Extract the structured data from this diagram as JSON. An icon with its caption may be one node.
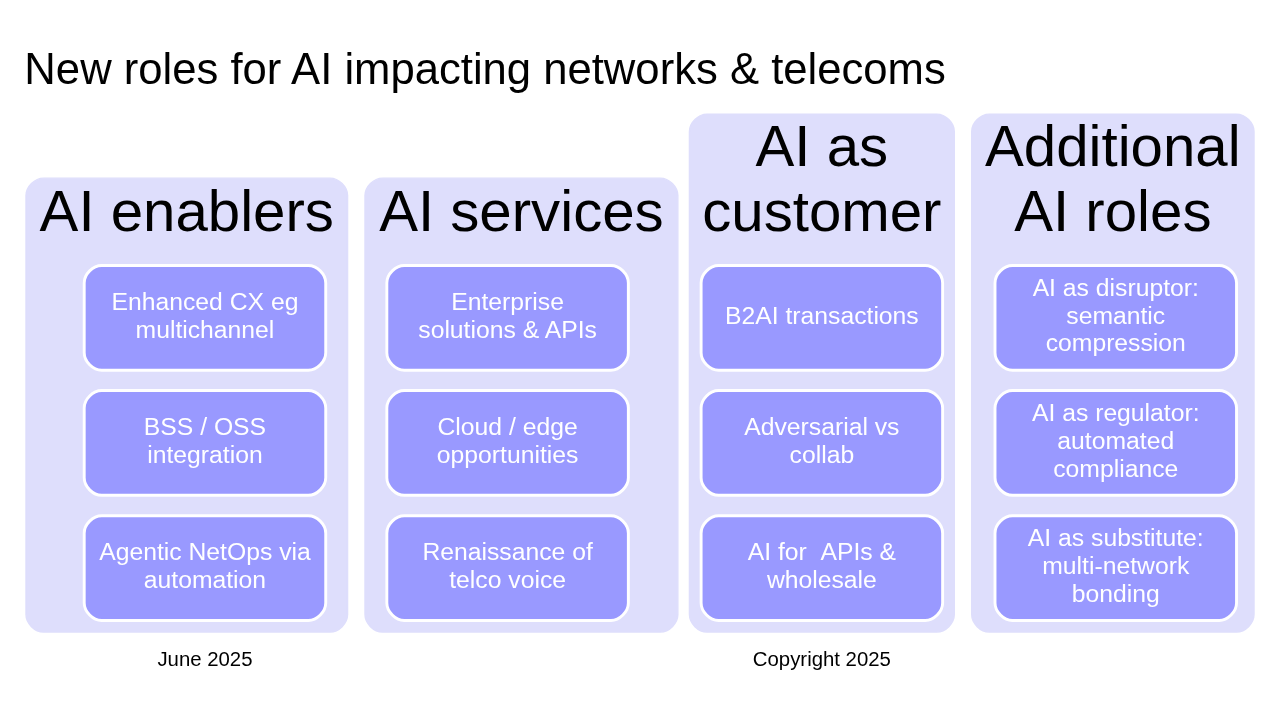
{
  "diagram": {
    "title": "New roles for AI impacting networks & telecoms",
    "nodes": [
      {
        "text": [
          "AI enablers"
        ]
      },
      {
        "text": [
          "Enhanced CX eg multichannel"
        ],
        "in": 0
      },
      {
        "text": [
          "BSS / OSS integration"
        ],
        "in": 0
      },
      {
        "text": [
          "Agentic NetOps via automation"
        ],
        "in": 0
      },
      {
        "text": [
          "AI services"
        ]
      },
      {
        "text": [
          "Enterprise solutions & APIs"
        ],
        "in": 4
      },
      {
        "text": [
          "Cloud / edge opportunities"
        ],
        "in": 4
      },
      {
        "text": [
          "Renaissance of telco voice"
        ],
        "in": 4
      },
      {
        "text": [
          "AI as customer"
        ]
      },
      {
        "text": [
          "B2AI transactions"
        ],
        "in": 8
      },
      {
        "text": [
          "Adversarial vs collab"
        ],
        "in": 8
      },
      {
        "text": [
          "AI for  APIs & wholesale"
        ],
        "in": 8
      },
      {
        "text": [
          "Additional AI roles"
        ]
      },
      {
        "text": [
          "AI as disruptor: semantic compression"
        ],
        "in": 12
      },
      {
        "text": [
          "AI as regulator: automated compliance"
        ],
        "in": 12
      },
      {
        "text": [
          "AI as substitute: multi-network bonding"
        ],
        "in": 12
      }
    ],
    "edges": [],
    "labels": [
      "June 2025",
      "Copyright 2025"
    ]
  }
}
